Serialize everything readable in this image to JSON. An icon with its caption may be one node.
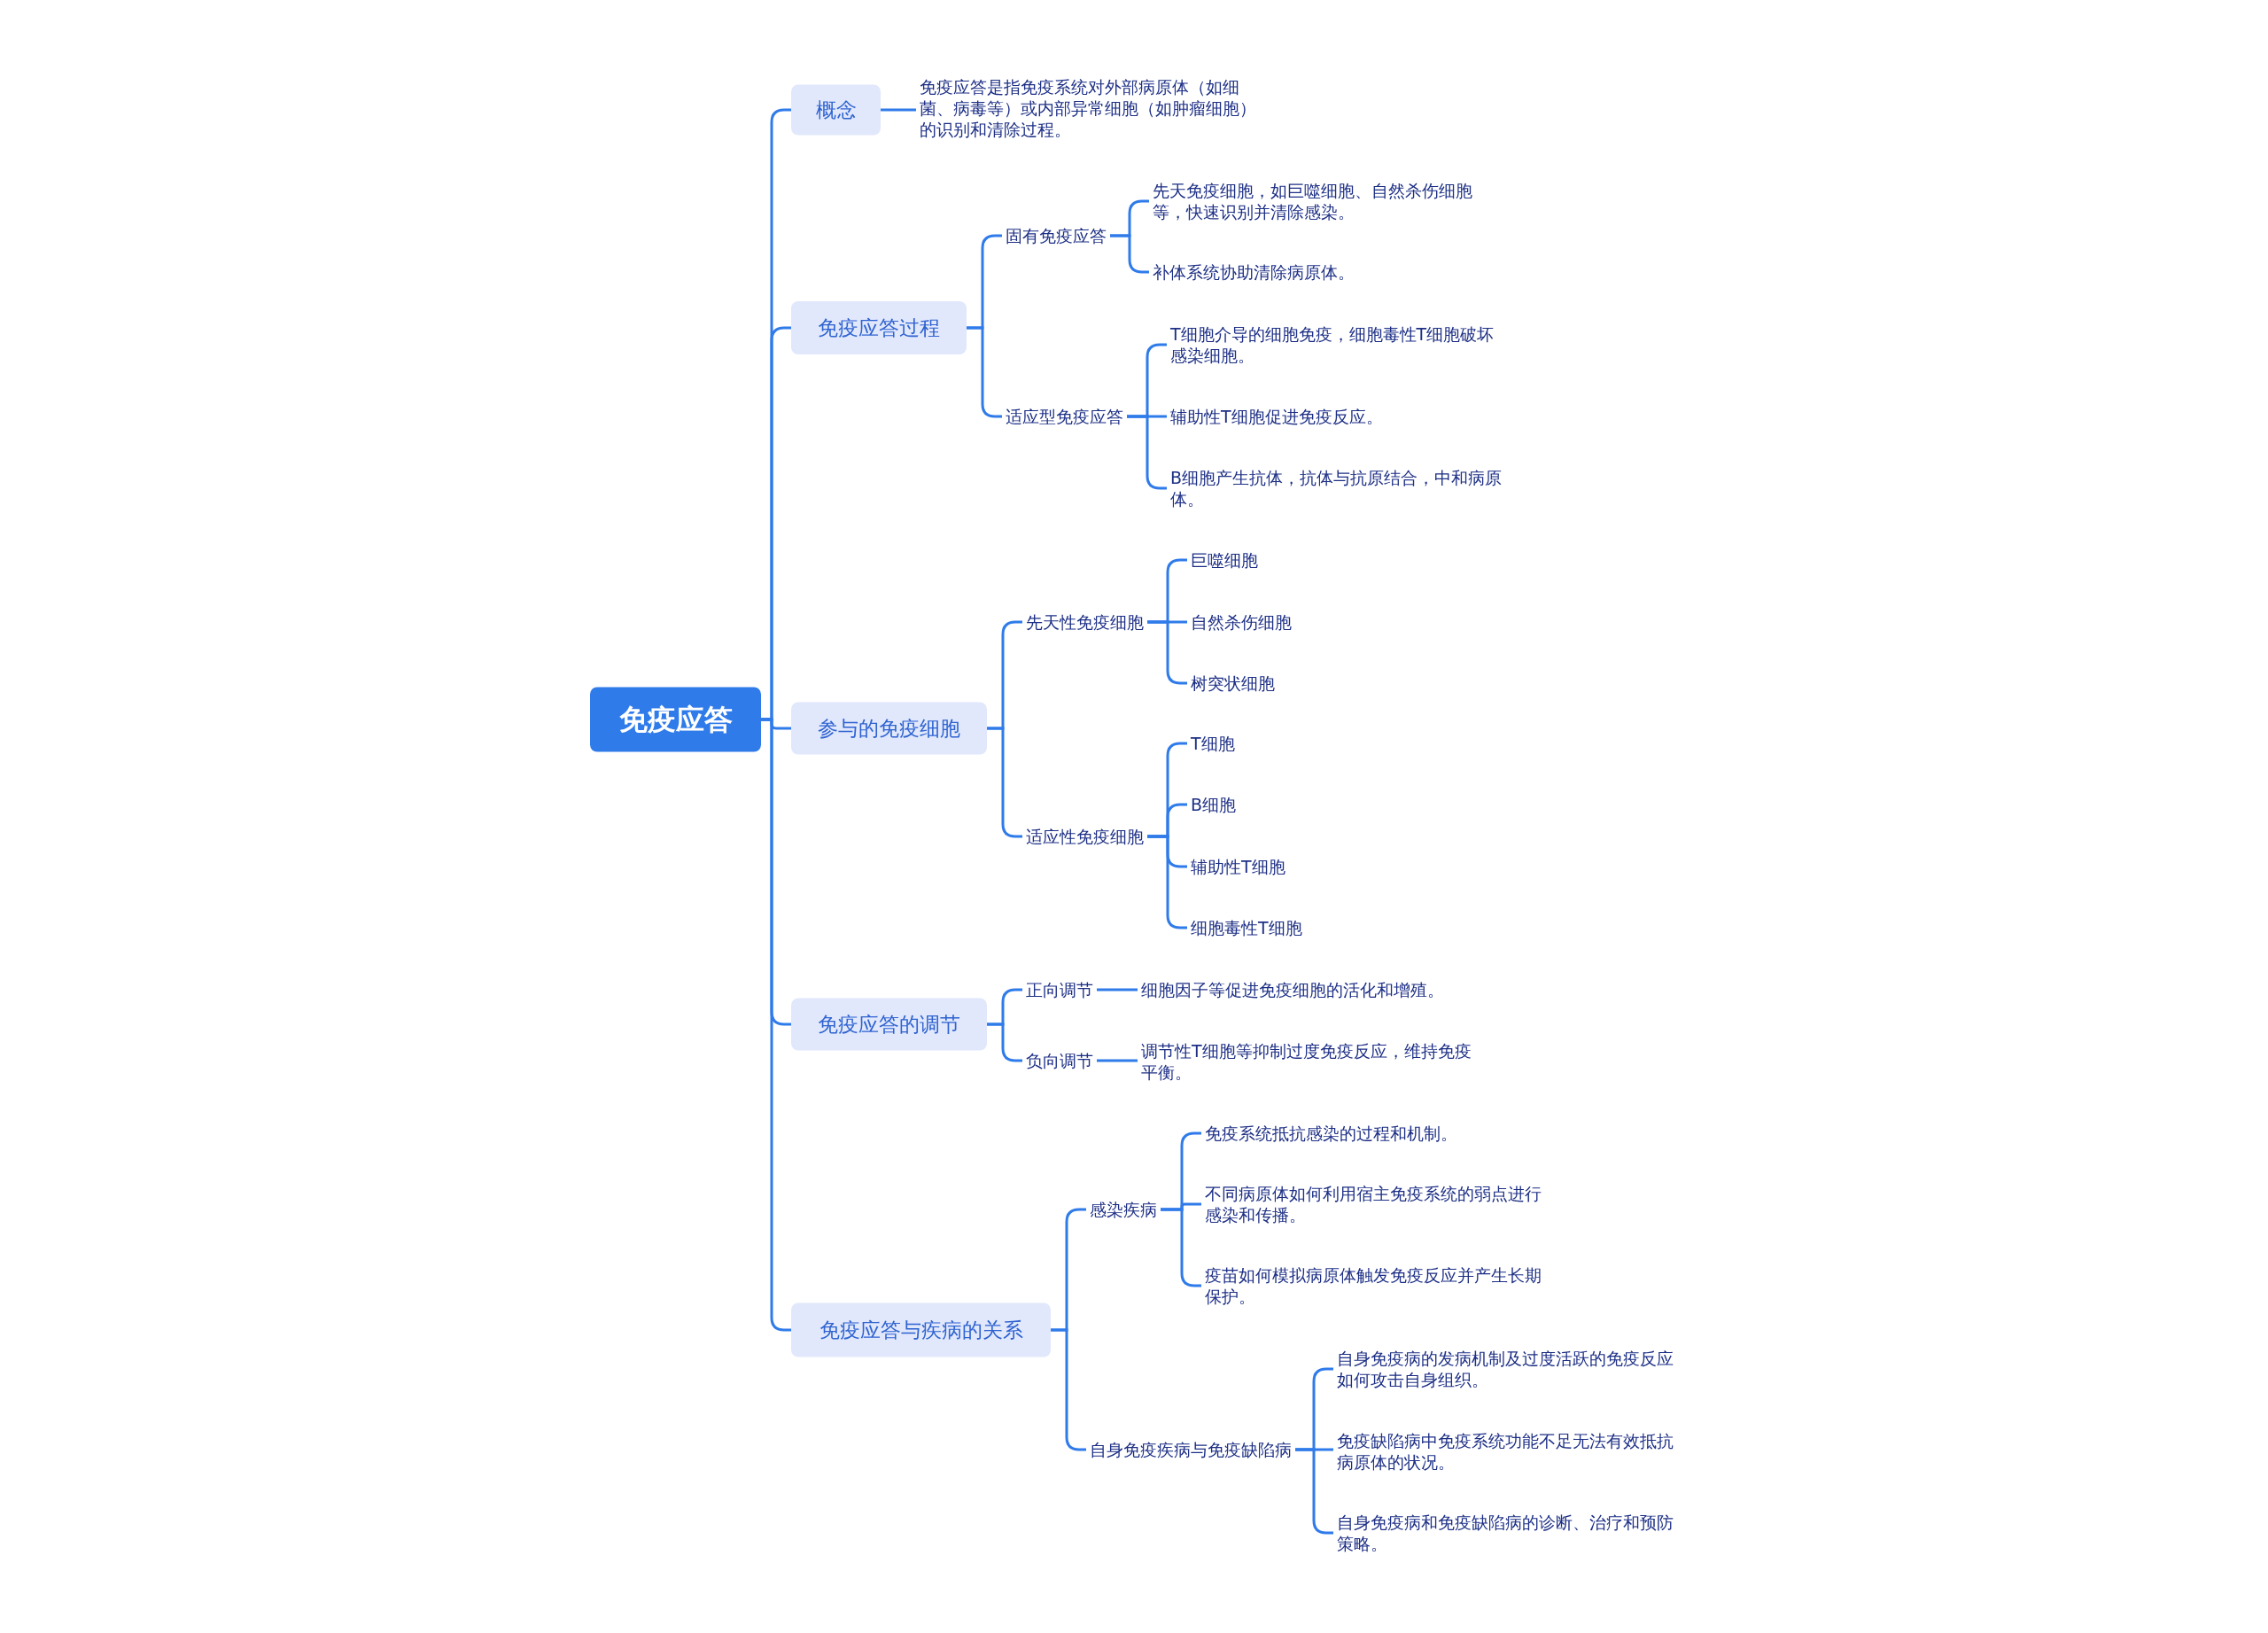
{
  "diagram": {
    "nodes": [
      {
        "text": [
          "免疫应答"
        ]
      },
      {
        "text": [
          "概念"
        ]
      },
      {
        "text": [
          "免疫应答是指免疫系统对外部病原体（如细菌、病毒等）或内部异常细胞（如肿瘤细胞）的识别和清除过程。"
        ]
      },
      {
        "text": [
          "免疫应答过程"
        ]
      },
      {
        "text": [
          "固有免疫应答"
        ]
      },
      {
        "text": [
          "先天免疫细胞，如巨噬细胞、自然杀伤细胞等，快速识别并清除感染。"
        ]
      },
      {
        "text": [
          "补体系统协助清除病原体。"
        ]
      },
      {
        "text": [
          "适应型免疫应答"
        ]
      },
      {
        "text": [
          "T细胞介导的细胞免疫，细胞毒性T细胞破坏感染细胞。"
        ]
      },
      {
        "text": [
          "辅助性T细胞促进免疫反应。"
        ]
      },
      {
        "text": [
          "B细胞产生抗体，抗体与抗原结合，中和病原体。"
        ]
      },
      {
        "text": [
          "参与的免疫细胞"
        ]
      },
      {
        "text": [
          "先天性免疫细胞"
        ]
      },
      {
        "text": [
          "巨噬细胞"
        ]
      },
      {
        "text": [
          "自然杀伤细胞"
        ]
      },
      {
        "text": [
          "树突状细胞"
        ]
      },
      {
        "text": [
          "适应性免疫细胞"
        ]
      },
      {
        "text": [
          "T细胞"
        ]
      },
      {
        "text": [
          "B细胞"
        ]
      },
      {
        "text": [
          "辅助性T细胞"
        ]
      },
      {
        "text": [
          "细胞毒性T细胞"
        ]
      },
      {
        "text": [
          "免疫应答的调节"
        ]
      },
      {
        "text": [
          "正向调节"
        ]
      },
      {
        "text": [
          "细胞因子等促进免疫细胞的活化和增殖。"
        ]
      },
      {
        "text": [
          "负向调节"
        ]
      },
      {
        "text": [
          "调节性T细胞等抑制过度免疫反应，维持免疫平衡。"
        ]
      },
      {
        "text": [
          "免疫应答与疾病的关系"
        ]
      },
      {
        "text": [
          "感染疾病"
        ]
      },
      {
        "text": [
          "免疫系统抵抗感染的过程和机制。"
        ]
      },
      {
        "text": [
          "不同病原体如何利用宿主免疫系统的弱点进行感染和传播。"
        ]
      },
      {
        "text": [
          "疫苗如何模拟病原体触发免疫反应并产生长期保护。"
        ]
      },
      {
        "text": [
          "自身免疫疾病与免疫缺陷病"
        ]
      },
      {
        "text": [
          "自身免疫病的发病机制及过度活跃的免疫反应如何攻击自身组织。"
        ]
      },
      {
        "text": [
          "免疫缺陷病中免疫系统功能不足无法有效抵抗病原体的状况。"
        ]
      },
      {
        "text": [
          "自身免疫病和免疫缺陷病的诊断、治疗和预防策略。"
        ]
      }
    ],
    "edges": [
      {
        "from": 0,
        "to": 1,
        "arrow": "none"
      },
      {
        "from": 1,
        "to": 2,
        "arrow": "none"
      },
      {
        "from": 0,
        "to": 3,
        "arrow": "none"
      },
      {
        "from": 3,
        "to": 4,
        "arrow": "none"
      },
      {
        "from": 4,
        "to": 5,
        "arrow": "none"
      },
      {
        "from": 4,
        "to": 6,
        "arrow": "none"
      },
      {
        "from": 3,
        "to": 7,
        "arrow": "none"
      },
      {
        "from": 7,
        "to": 8,
        "arrow": "none"
      },
      {
        "from": 7,
        "to": 9,
        "arrow": "none"
      },
      {
        "from": 7,
        "to": 10,
        "arrow": "none"
      },
      {
        "from": 0,
        "to": 11,
        "arrow": "none"
      },
      {
        "from": 11,
        "to": 12,
        "arrow": "none"
      },
      {
        "from": 12,
        "to": 13,
        "arrow": "none"
      },
      {
        "from": 12,
        "to": 14,
        "arrow": "none"
      },
      {
        "from": 12,
        "to": 15,
        "arrow": "none"
      },
      {
        "from": 11,
        "to": 16,
        "arrow": "none"
      },
      {
        "from": 16,
        "to": 17,
        "arrow": "none"
      },
      {
        "from": 16,
        "to": 18,
        "arrow": "none"
      },
      {
        "from": 16,
        "to": 19,
        "arrow": "none"
      },
      {
        "from": 16,
        "to": 20,
        "arrow": "none"
      },
      {
        "from": 0,
        "to": 21,
        "arrow": "none"
      },
      {
        "from": 21,
        "to": 22,
        "arrow": "none"
      },
      {
        "from": 22,
        "to": 23,
        "arrow": "none"
      },
      {
        "from": 21,
        "to": 24,
        "arrow": "none"
      },
      {
        "from": 24,
        "to": 25,
        "arrow": "none"
      },
      {
        "from": 0,
        "to": 26,
        "arrow": "none"
      },
      {
        "from": 26,
        "to": 27,
        "arrow": "none"
      },
      {
        "from": 27,
        "to": 28,
        "arrow": "none"
      },
      {
        "from": 27,
        "to": 29,
        "arrow": "none"
      },
      {
        "from": 27,
        "to": 30,
        "arrow": "none"
      },
      {
        "from": 26,
        "to": 31,
        "arrow": "none"
      },
      {
        "from": 31,
        "to": 32,
        "arrow": "none"
      },
      {
        "from": 31,
        "to": 33,
        "arrow": "none"
      },
      {
        "from": 31,
        "to": 34,
        "arrow": "none"
      }
    ]
  }
}
